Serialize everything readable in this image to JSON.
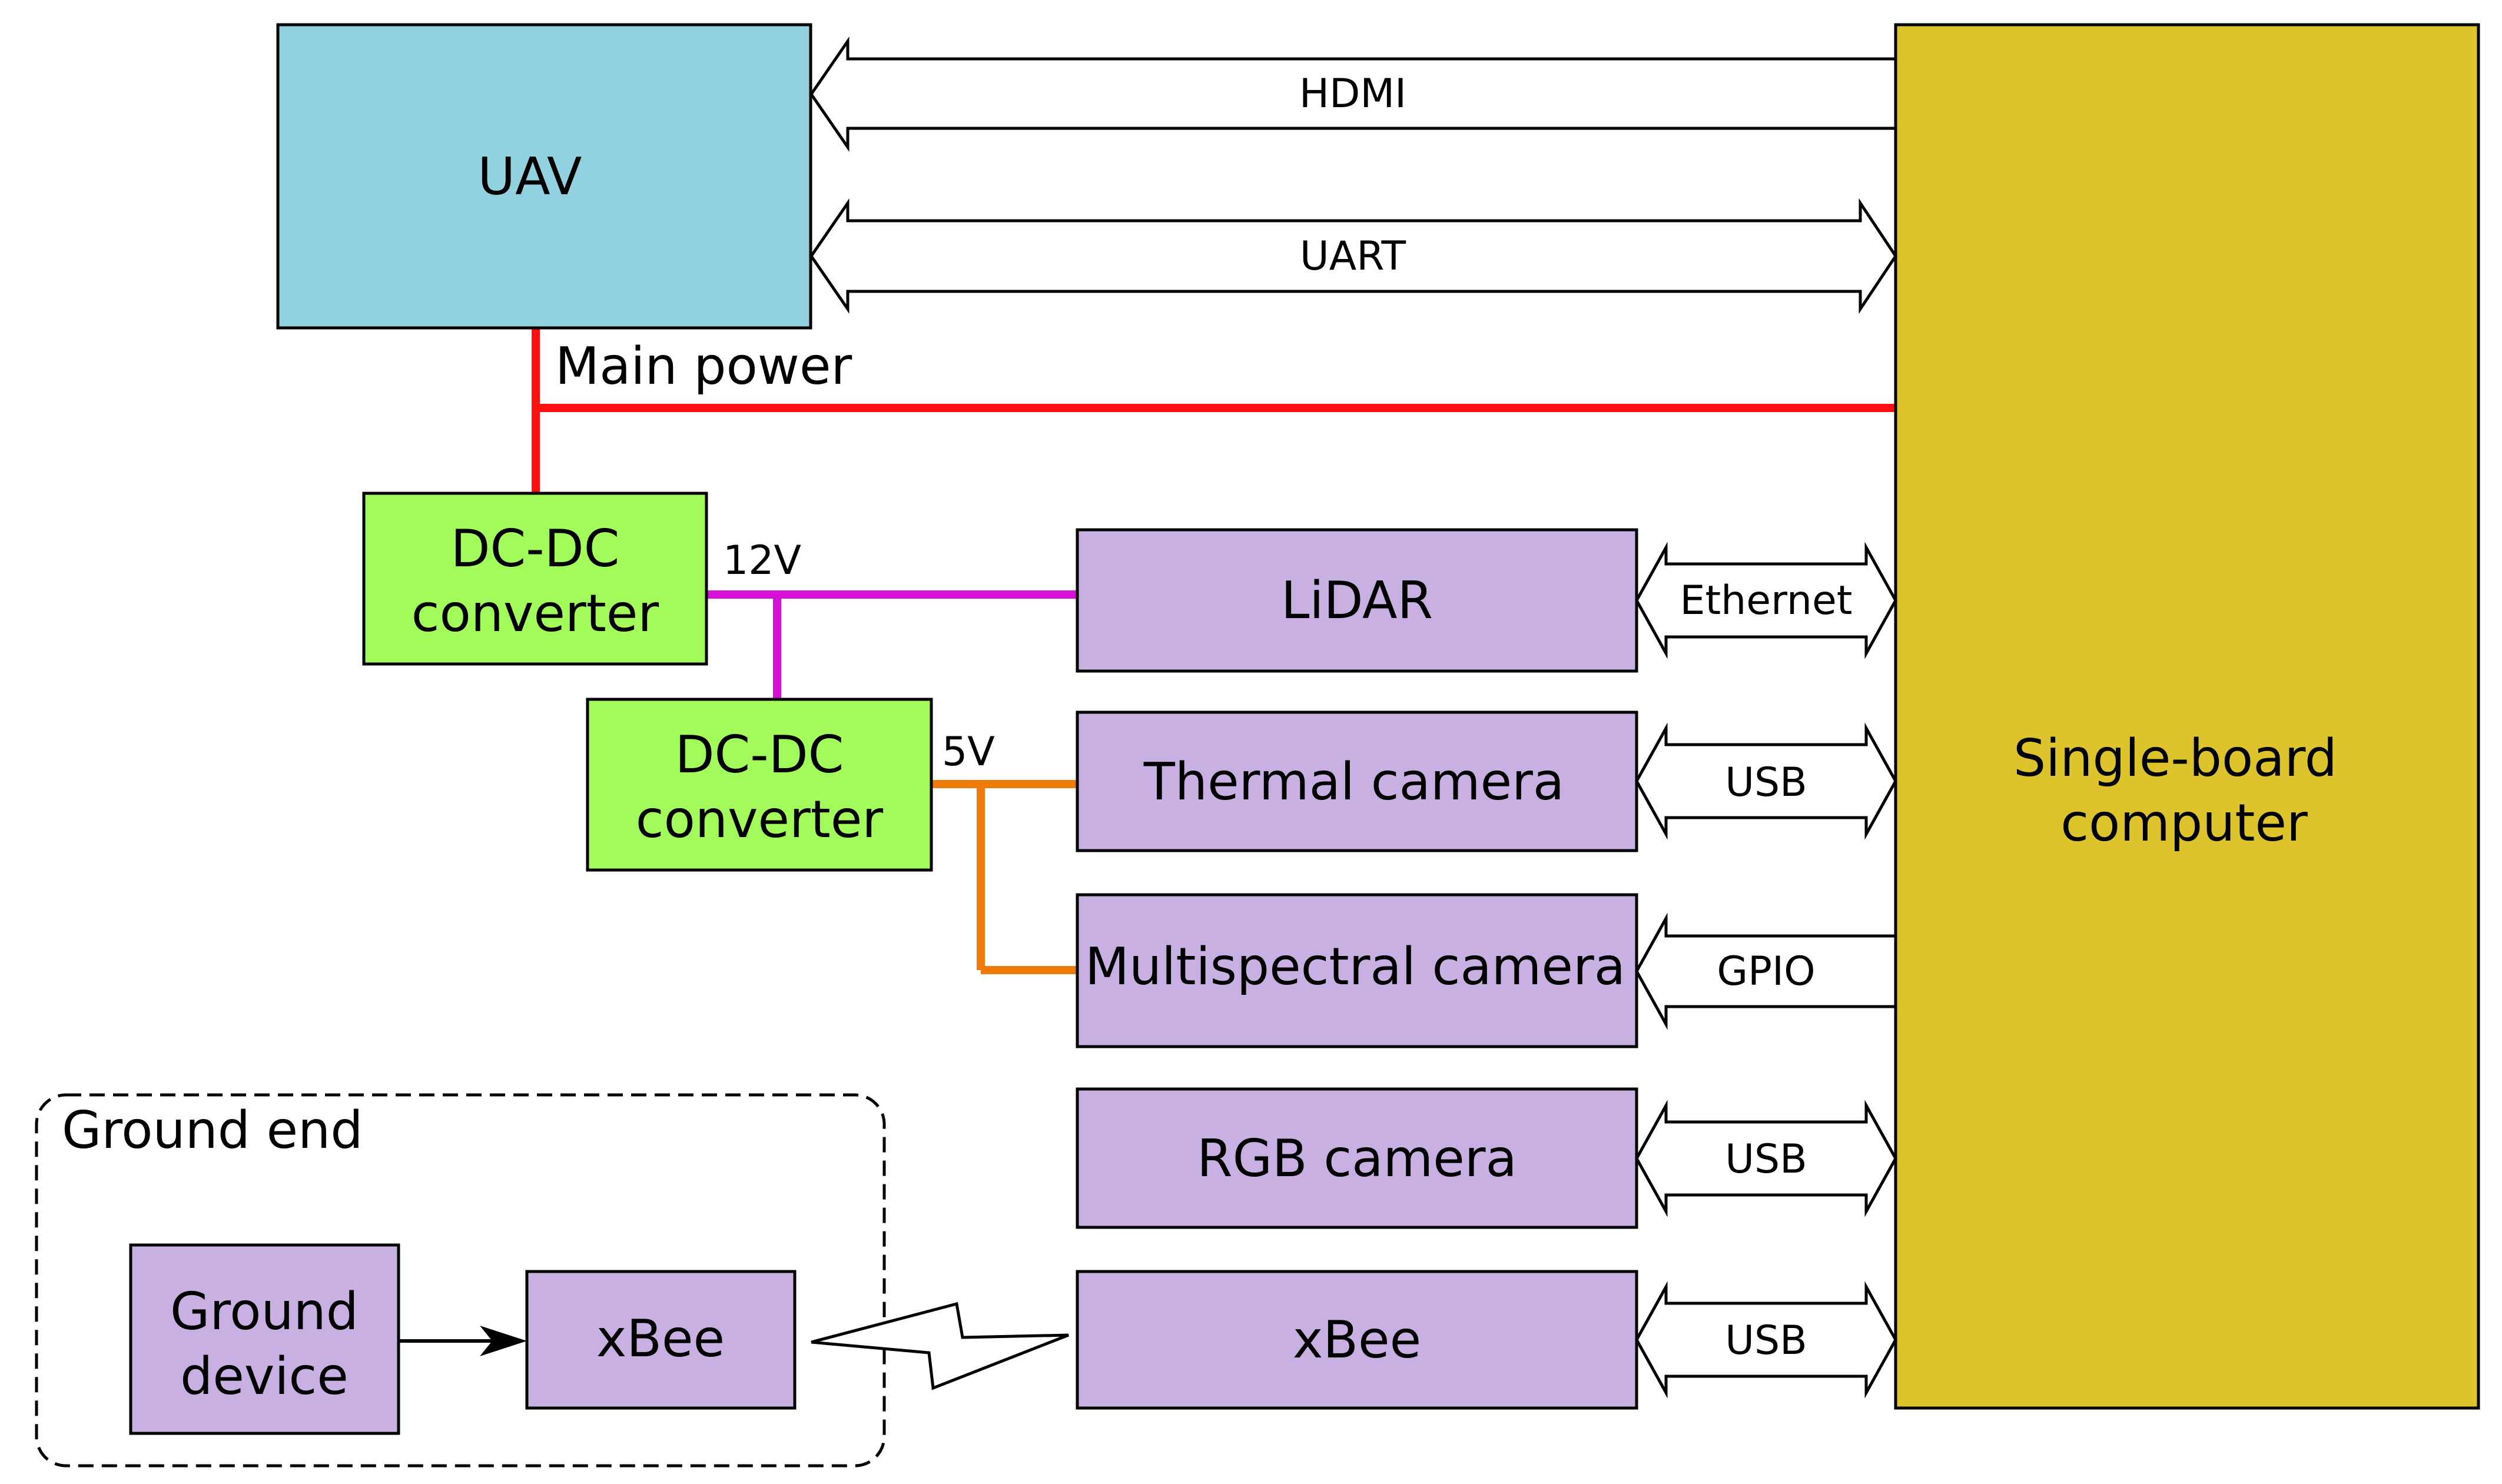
{
  "blocks": {
    "uav": "UAV",
    "sbc_line1": "Single-board",
    "sbc_line2": "computer",
    "dcdc1_line1": "DC-DC",
    "dcdc1_line2": "converter",
    "dcdc2_line1": "DC-DC",
    "dcdc2_line2": "converter",
    "lidar": "LiDAR",
    "thermal": "Thermal camera",
    "multispectral": "Multispectral camera",
    "rgb": "RGB camera",
    "xbee_air": "xBee",
    "ground_device_line1": "Ground",
    "ground_device_line2": "device",
    "xbee_ground": "xBee",
    "ground_end": "Ground end"
  },
  "links": {
    "hdmi": "HDMI",
    "uart": "UART",
    "main_power": "Main power",
    "v12": "12V",
    "v5": "5V",
    "ethernet": "Ethernet",
    "usb_thermal": "USB",
    "gpio": "GPIO",
    "usb_rgb": "USB",
    "usb_xbee": "USB"
  },
  "colors": {
    "uav": "#92d1e0",
    "sbc": "#ddc42c",
    "dcdc": "#a2fb5a",
    "sensor": "#c8b1e2",
    "main_power": "#ff1010",
    "v12": "#d811d8",
    "v5": "#ee7b0c"
  }
}
